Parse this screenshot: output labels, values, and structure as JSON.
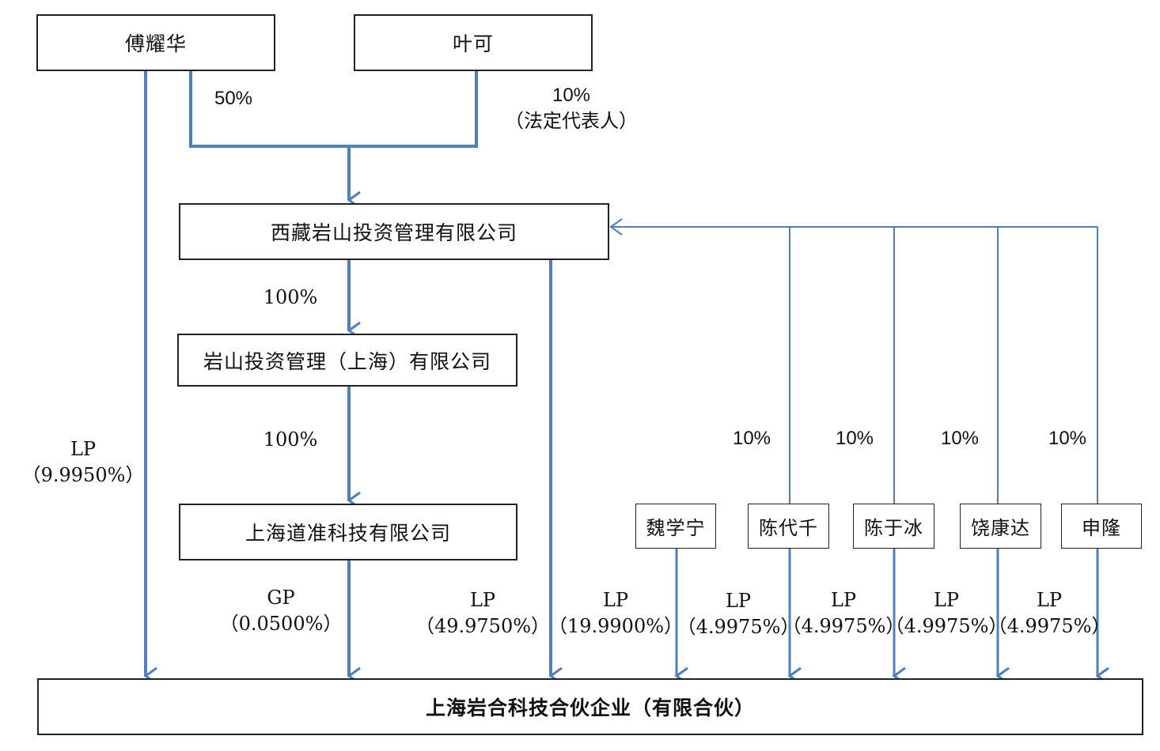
{
  "colors": {
    "line": "#4f7fbf",
    "box_border": "#222222"
  },
  "nodes": {
    "fu_yaohua": "傅耀华",
    "ye_ke": "叶可",
    "tibet_yanshan": "西藏岩山投资管理有限公司",
    "yanshan_shanghai": "岩山投资管理（上海）有限公司",
    "daozhun": "上海道准科技有限公司",
    "wei_xuening": "魏学宁",
    "chen_daiqian": "陈代千",
    "chen_yubing": "陈于冰",
    "rao_kangda": "饶康达",
    "shen_long": "申隆",
    "target": "上海岩合科技合伙企业（有限合伙）"
  },
  "labels": {
    "fu_share": "50%",
    "ye_share": "10%",
    "ye_role": "（法定代表人）",
    "tibet_to_sh": "100%",
    "sh_to_daozhun": "100%",
    "fu_lp_type": "LP",
    "fu_lp_pct": "（9.9950%）",
    "gp_type": "GP",
    "gp_pct": "（0.0500%）",
    "tibet_lp_type": "LP",
    "tibet_lp_pct": "（49.9750%）",
    "wei_lp_type": "LP",
    "wei_lp_pct": "（19.9900%）",
    "chen_dq_lp_type": "LP",
    "chen_dq_lp_pct": "（4.9975%）",
    "chen_yb_lp_type": "LP",
    "chen_yb_lp_pct": "（4.9975%）",
    "rao_lp_type": "LP",
    "rao_lp_pct": "（4.9975%）",
    "shen_lp_type": "LP",
    "shen_lp_pct": "（4.9975%）",
    "chen_dq_share": "10%",
    "chen_yb_share": "10%",
    "rao_share": "10%",
    "shen_share": "10%"
  }
}
